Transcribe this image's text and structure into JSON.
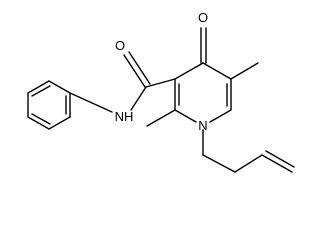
{
  "molecule": {
    "atoms": {
      "carbonyl_oxygen": "O",
      "ring_oxygen": "O",
      "amide_nh": "NH",
      "ring_nitrogen": "N"
    }
  }
}
